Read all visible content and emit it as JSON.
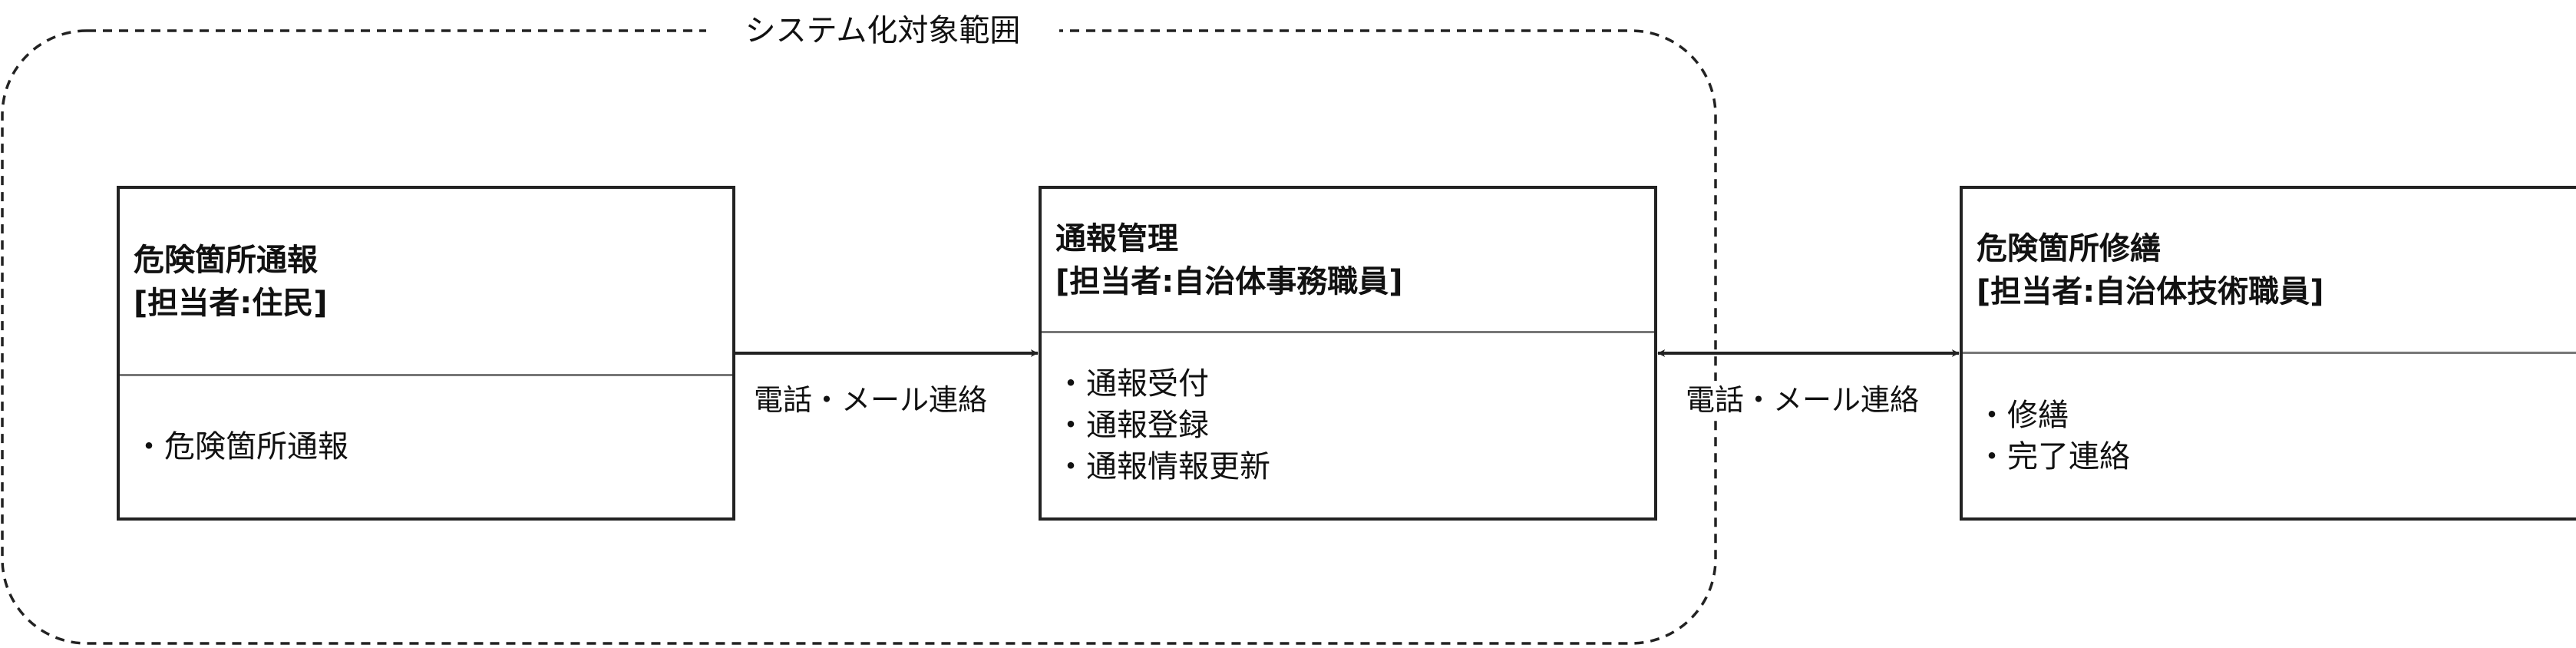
{
  "scope": {
    "label": "システム化対象範囲"
  },
  "boxes": [
    {
      "title_line1": "危険箇所通報",
      "title_line2": "[担当者:住民]",
      "items": [
        "・危険箇所通報"
      ]
    },
    {
      "title_line1": "通報管理",
      "title_line2": "[担当者:自治体事務職員]",
      "items": [
        "・通報受付",
        "・通報登録",
        "・通報情報更新"
      ]
    },
    {
      "title_line1": "危険箇所修繕",
      "title_line2": "[担当者:自治体技術職員]",
      "items": [
        "・修繕",
        "・完了連絡"
      ]
    }
  ],
  "edges": [
    {
      "label": "電話・メール連絡"
    },
    {
      "label": "電話・メール連絡"
    }
  ],
  "colors": {
    "line": "#222222",
    "divider": "#777777"
  }
}
